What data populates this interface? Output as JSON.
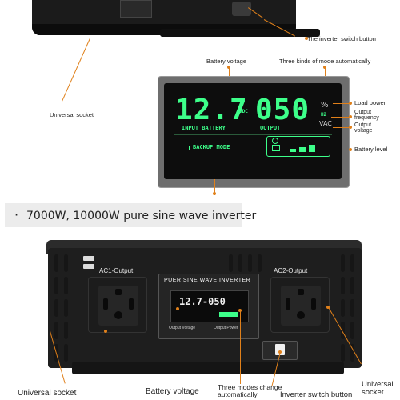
{
  "top_section": {
    "callouts": {
      "switch": "The inverter switch button",
      "universal_socket": "Universal socket"
    }
  },
  "display_section": {
    "callouts": {
      "battery_voltage": "Battery voltage",
      "modes": "Three kinds of mode automatically",
      "load_power": "Load power",
      "output_frequency": "Output frequency",
      "output_voltage": "Output voltage",
      "battery_level": "Battery level"
    },
    "lcd": {
      "input_value": "12.7",
      "input_unit": "VDC",
      "output_value": "050",
      "percent": "%",
      "hz": "HZ",
      "vac": "VAC",
      "input_label": "INPUT BATTERY",
      "output_label": "OUTPUT",
      "mode_label": "BACKUP MODE"
    }
  },
  "caption": {
    "bullet": "·",
    "text": "7000W, 10000W pure sine wave inverter"
  },
  "bottom_section": {
    "panel": {
      "title": "PUER SINE WAVE INVERTER",
      "ac1": "AC1-Output",
      "ac2": "AC2-Output",
      "display_value": "12.7-050",
      "output_voltage_btn": "Output Voltage",
      "output_power_btn": "Output Power"
    },
    "callouts": {
      "universal_socket_left": "Universal socket",
      "battery_voltage": "Battery voltage",
      "modes": "Three modes change automatically",
      "switch": "Inverter switch button",
      "universal_socket_right": "Universal socket"
    }
  },
  "colors": {
    "lcd_green": "#3dff8a",
    "callout_line": "#e0801a",
    "body": "#1e1e1e"
  }
}
